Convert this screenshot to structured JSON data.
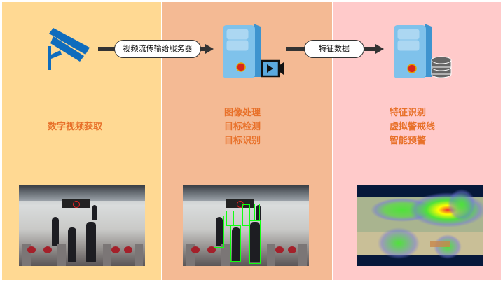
{
  "stages": [
    {
      "title": "数字视频获取",
      "lines": [
        "数字视频获取"
      ]
    },
    {
      "lines": [
        "图像处理",
        "目标检测",
        "目标识别"
      ]
    },
    {
      "lines": [
        "特征识别",
        "虚拟警戒线",
        "智能预警"
      ]
    }
  ],
  "arrows": [
    {
      "label": "视频流传输给服务器"
    },
    {
      "label": "特征数据"
    }
  ],
  "icons": [
    "surveillance-camera-icon",
    "server-icon",
    "video-camera-icon",
    "server-icon",
    "database-icon"
  ],
  "colors": {
    "panel1": "#FFD993",
    "panel2": "#F4BA94",
    "panel3": "#FFCACA",
    "label": "#E8712A",
    "icon_blue": "#0F6CBD"
  }
}
